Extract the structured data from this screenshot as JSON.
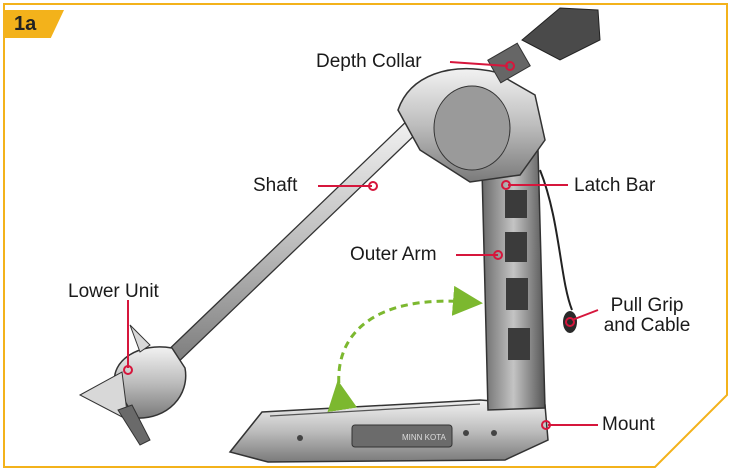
{
  "figure": {
    "badge": "1a",
    "brand_text": "MINN KOTA",
    "colors": {
      "accent": "#f3b21b",
      "callout": "#d6163c",
      "arrow": "#7cb82f"
    }
  },
  "labels": {
    "depth_collar": "Depth Collar",
    "shaft": "Shaft",
    "latch_bar": "Latch Bar",
    "outer_arm": "Outer Arm",
    "lower_unit": "Lower Unit",
    "pull_grip_line1": "Pull Grip",
    "pull_grip_line2": "and Cable",
    "mount": "Mount"
  }
}
